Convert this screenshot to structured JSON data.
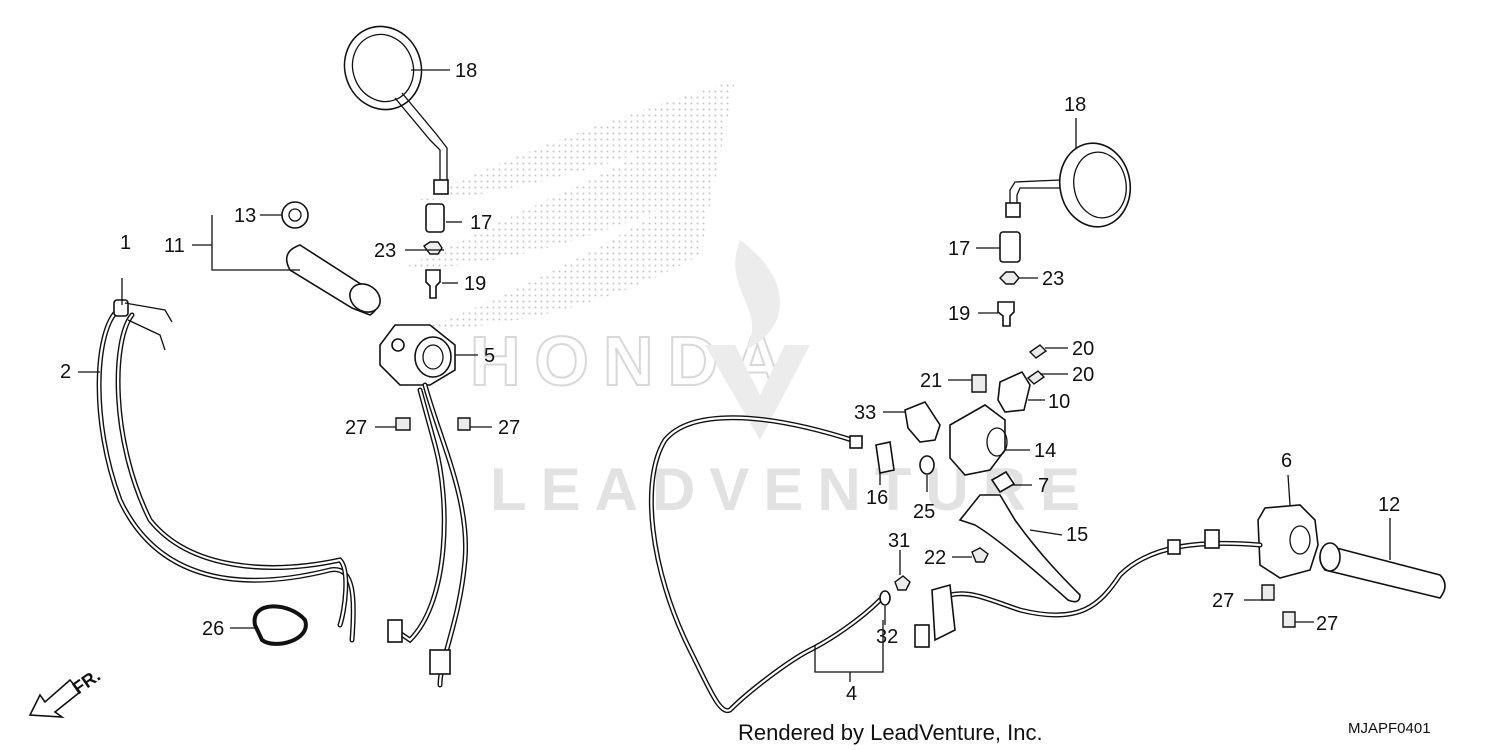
{
  "callouts": {
    "c1": "1",
    "c2": "2",
    "c4": "4",
    "c5": "5",
    "c6": "6",
    "c7": "7",
    "c10": "10",
    "c11": "11",
    "c12": "12",
    "c13": "13",
    "c14": "14",
    "c15": "15",
    "c16": "16",
    "c17a": "17",
    "c17b": "17",
    "c18a": "18",
    "c18b": "18",
    "c19a": "19",
    "c19b": "19",
    "c20a": "20",
    "c20b": "20",
    "c21": "21",
    "c22": "22",
    "c23a": "23",
    "c23b": "23",
    "c25": "25",
    "c26": "26",
    "c27a": "27",
    "c27b": "27",
    "c27c": "27",
    "c27d": "27",
    "c31": "31",
    "c32": "32",
    "c33": "33"
  },
  "direction_label": "FR.",
  "watermark": "LEADVENTURE",
  "brand_watermark": "HONDA",
  "footer": "Rendered by LeadVenture, Inc.",
  "diagram_code": "MJAPF0401"
}
